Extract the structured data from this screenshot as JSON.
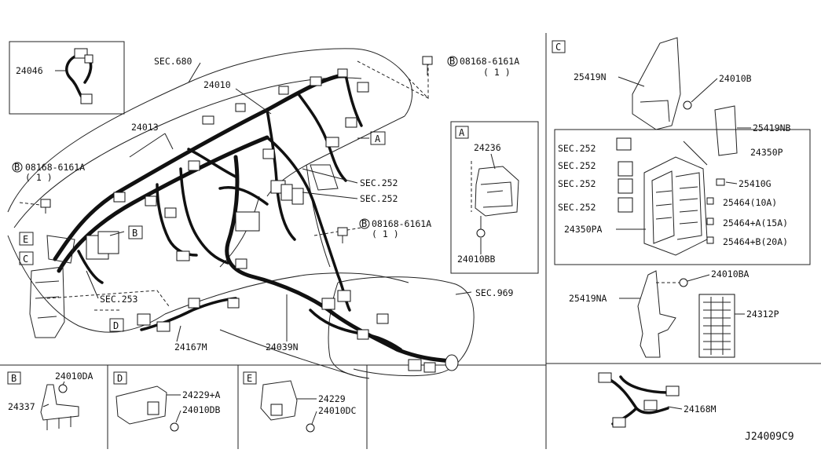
{
  "drawing_code": "J24009C9",
  "main_labels": {
    "p24046": "24046",
    "sec680": "SEC.680",
    "p24010": "24010",
    "p24013": "24013",
    "bolt_top": "08168-6161A",
    "bolt_top_qty": "( 1 )",
    "bolt_left": "08168-6161A",
    "bolt_left_qty": "( 1 )",
    "bolt_mid": "08168-6161A",
    "bolt_mid_qty": "( 1 )",
    "sec252_a": "SEC.252",
    "sec252_b": "SEC.252",
    "sec253": "SEC.253",
    "sec969": "SEC.969",
    "p24167m": "24167M",
    "p24039n": "24039N",
    "b_symbol": "B"
  },
  "callouts": {
    "A": "A",
    "B": "B",
    "C": "C",
    "D": "D",
    "E": "E"
  },
  "detail_a": {
    "letter": "A",
    "p24236": "24236",
    "p24010bb": "24010BB"
  },
  "detail_c": {
    "letter": "C",
    "p25419n": "25419N",
    "p24010b": "24010B",
    "p25419nb": "25419NB",
    "p24350p": "24350P",
    "sec252_1": "SEC.252",
    "sec252_2": "SEC.252",
    "sec252_3": "SEC.252",
    "sec252_4": "SEC.252",
    "p25410g": "25410G",
    "p25464_10": "25464(10A)",
    "p25464a_15": "25464+A(15A)",
    "p25464b_20": "25464+B(20A)",
    "p24350pa": "24350PA",
    "p24010ba": "24010BA",
    "p25419na": "25419NA",
    "p24312p": "24312P",
    "p24168m": "24168M"
  },
  "detail_b": {
    "letter": "B",
    "p24010da": "24010DA",
    "p24337": "24337"
  },
  "detail_d": {
    "letter": "D",
    "p24229a": "24229+A",
    "p24010db": "24010DB"
  },
  "detail_e": {
    "letter": "E",
    "p24229": "24229",
    "p24010dc": "24010DC"
  }
}
